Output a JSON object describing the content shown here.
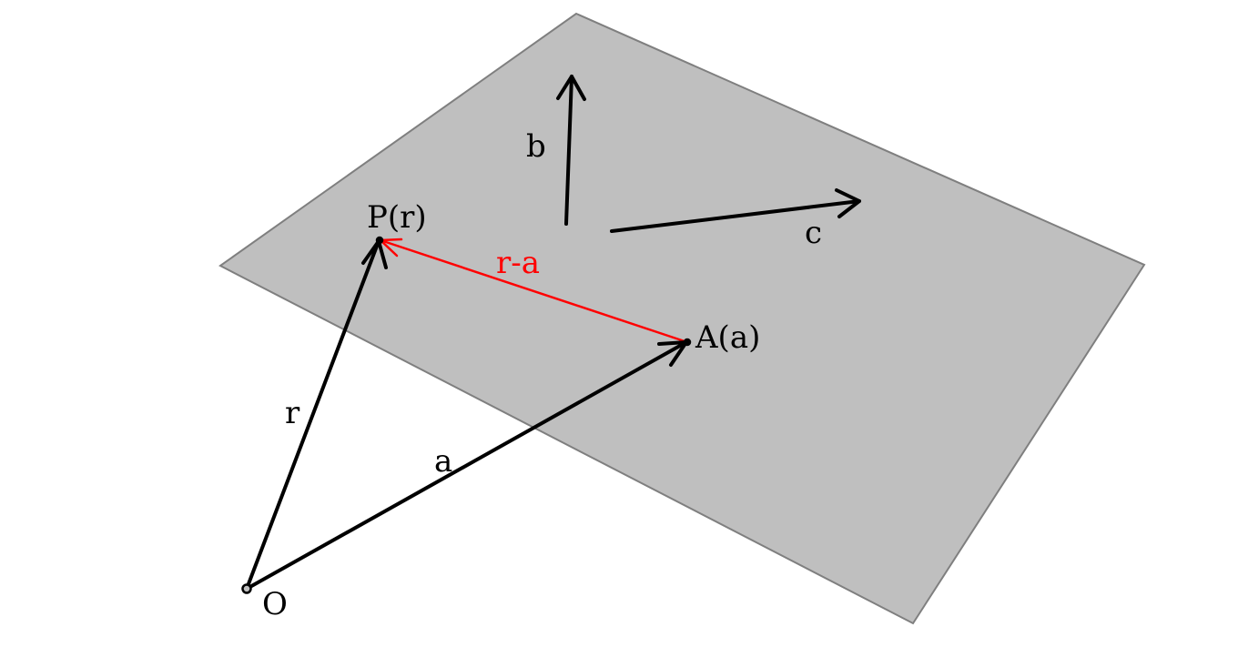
{
  "colors": {
    "plane_fill": "#bfbfbf",
    "plane_edge": "#7f7f7f",
    "vector": "#000000",
    "highlight": "#ff0000",
    "background": "#ffffff"
  },
  "labels": {
    "origin": "O",
    "point_p": "P(r)",
    "point_a": "A(a)",
    "vector_r": "r",
    "vector_a": "a",
    "vector_b": "b",
    "vector_c": "c",
    "vector_r_minus_a": "r-a"
  }
}
